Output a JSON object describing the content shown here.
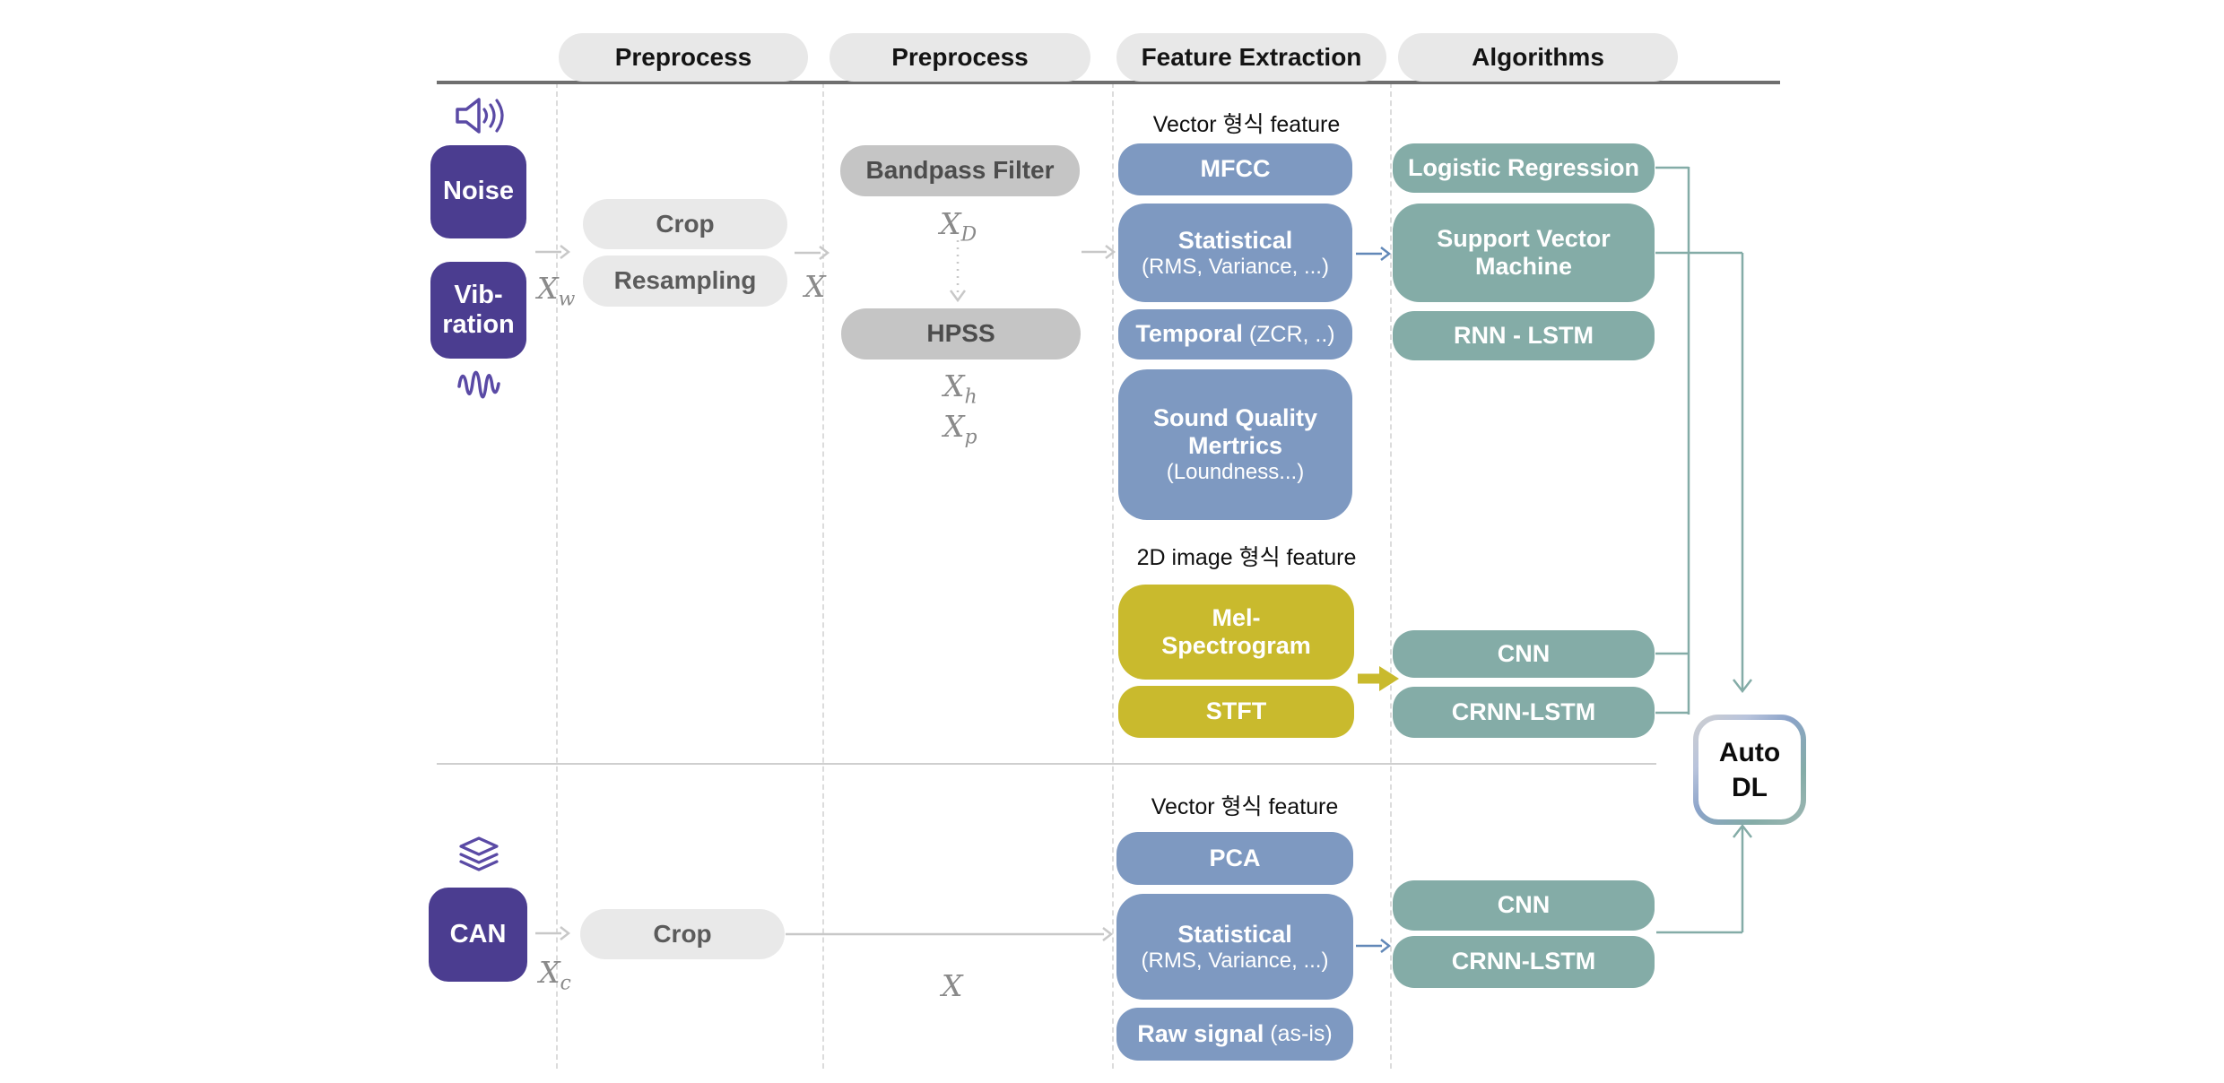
{
  "colors": {
    "purple": "#4b3d90",
    "icon": "#5a4aa5",
    "blue": "#7e99c1",
    "teal": "#84aca7",
    "yellow": "#c9ba2d",
    "pill": "#e8e8e8",
    "lightbox": "#e9e9e9",
    "graybox": "#c5c5c5",
    "grayline": "#6f6f6f",
    "divider": "#cfcfcf",
    "dotted": "#dcdcdc",
    "arrow": "#c8c8c8",
    "bluearrow": "#6288b8",
    "sig": "#8a8a8a"
  },
  "header": {
    "labels": [
      "Preprocess",
      "Preprocess",
      "Feature Extraction",
      "Algorithms"
    ]
  },
  "sources": {
    "noise": "Noise",
    "vibration": "Vib-\nration",
    "can": "CAN",
    "icons": {
      "noise": "speaker-icon",
      "vibration": "waveform-icon",
      "can": "layers-icon"
    }
  },
  "preprocess": {
    "crop_top": "Crop",
    "resampling": "Resampling",
    "bandpass": "Bandpass Filter",
    "hpss": "HPSS",
    "crop_bottom": "Crop"
  },
  "signals": {
    "xw": {
      "base": "X",
      "sub": "w"
    },
    "x_top": {
      "base": "X",
      "sub": ""
    },
    "xd": {
      "base": "X",
      "sub": "D"
    },
    "xh": {
      "base": "X",
      "sub": "h"
    },
    "xp": {
      "base": "X",
      "sub": "p"
    },
    "xc": {
      "base": "X",
      "sub": "c"
    },
    "x_bottom": {
      "base": "X",
      "sub": ""
    }
  },
  "features_top": {
    "vector_label": "Vector 형식 feature",
    "mfcc": {
      "bold": "MFCC",
      "normal": ""
    },
    "statistical": {
      "bold": "Statistical",
      "normal": "(RMS, Variance, ...)"
    },
    "temporal": {
      "bold": "Temporal",
      "normal": " (ZCR, ..)"
    },
    "sound_quality": {
      "bold": "Sound Quality Mertrics",
      "normal": "(Loundness...)"
    },
    "image_label": "2D image 형식 feature",
    "mel": {
      "bold": "Mel-\nSpectrogram",
      "normal": ""
    },
    "stft": {
      "bold": "STFT",
      "normal": ""
    }
  },
  "features_bottom": {
    "vector_label": "Vector 형식 feature",
    "pca": {
      "bold": "PCA",
      "normal": ""
    },
    "statistical": {
      "bold": "Statistical",
      "normal": "(RMS, Variance, ...)"
    },
    "raw_signal": {
      "bold": "Raw signal",
      "normal": " (as-is)"
    }
  },
  "algorithms_top": {
    "logistic_regression": "Logistic Regression",
    "svm": "Support Vector Machine",
    "rnn_lstm": "RNN - LSTM",
    "cnn": "CNN",
    "crnn_lstm": "CRNN-LSTM"
  },
  "algorithms_bottom": {
    "cnn": "CNN",
    "crnn_lstm": "CRNN-LSTM"
  },
  "autodl": {
    "label": "Auto\nDL"
  }
}
